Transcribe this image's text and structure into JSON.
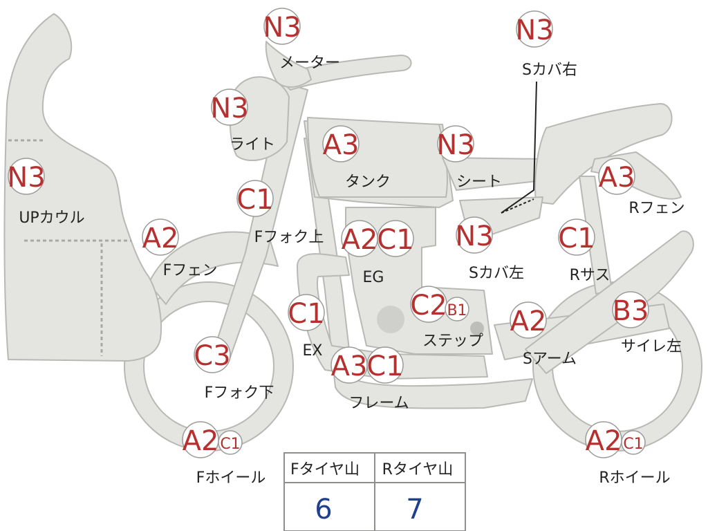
{
  "colors": {
    "part_fill": "#e4e4e1",
    "part_stroke": "#b8b8b4",
    "badge_fill": "#ffffff",
    "badge_stroke": "#9a9a96",
    "grade_text": "#b5312f",
    "label_text": "#222222",
    "table_value": "#1f3f8f"
  },
  "parts": [
    {
      "id": "meter",
      "label": "メーター",
      "grades": [
        "N3"
      ]
    },
    {
      "id": "side-cover-right",
      "label": "Sカバ右",
      "grades": [
        "N3"
      ]
    },
    {
      "id": "light",
      "label": "ライト",
      "grades": [
        "N3"
      ]
    },
    {
      "id": "upper-cowl",
      "label": "UPカウル",
      "grades": [
        "N3"
      ]
    },
    {
      "id": "tank",
      "label": "タンク",
      "grades": [
        "A3"
      ]
    },
    {
      "id": "seat",
      "label": "シート",
      "grades": [
        "N3"
      ]
    },
    {
      "id": "rear-fender",
      "label": "Rフェン",
      "grades": [
        "A3"
      ]
    },
    {
      "id": "front-fork-upper",
      "label": "Fフォク上",
      "grades": [
        "C1"
      ]
    },
    {
      "id": "front-fender",
      "label": "Fフェン",
      "grades": [
        "A2"
      ]
    },
    {
      "id": "engine",
      "label": "EG",
      "grades": [
        "A2",
        "C1"
      ]
    },
    {
      "id": "side-cover-left",
      "label": "Sカバ左",
      "grades": [
        "N3"
      ]
    },
    {
      "id": "rear-suspension",
      "label": "Rサス",
      "grades": [
        "C1"
      ]
    },
    {
      "id": "exhaust",
      "label": "EX",
      "grades": [
        "C1"
      ]
    },
    {
      "id": "step",
      "label": "ステップ",
      "grades": [
        "C2",
        "B1"
      ]
    },
    {
      "id": "swing-arm",
      "label": "Sアーム",
      "grades": [
        "A2"
      ]
    },
    {
      "id": "silencer-left",
      "label": "サイレ左",
      "grades": [
        "B3"
      ]
    },
    {
      "id": "front-fork-lower",
      "label": "Fフォク下",
      "grades": [
        "C3"
      ]
    },
    {
      "id": "frame",
      "label": "フレーム",
      "grades": [
        "A3",
        "C1"
      ]
    },
    {
      "id": "front-wheel",
      "label": "Fホイール",
      "grades": [
        "A2",
        "C1"
      ]
    },
    {
      "id": "rear-wheel",
      "label": "Rホイール",
      "grades": [
        "A2",
        "C1"
      ]
    }
  ],
  "tire_table": {
    "front_header": "Fタイヤ山",
    "rear_header": "Rタイヤ山",
    "front_value": "6",
    "rear_value": "7"
  }
}
